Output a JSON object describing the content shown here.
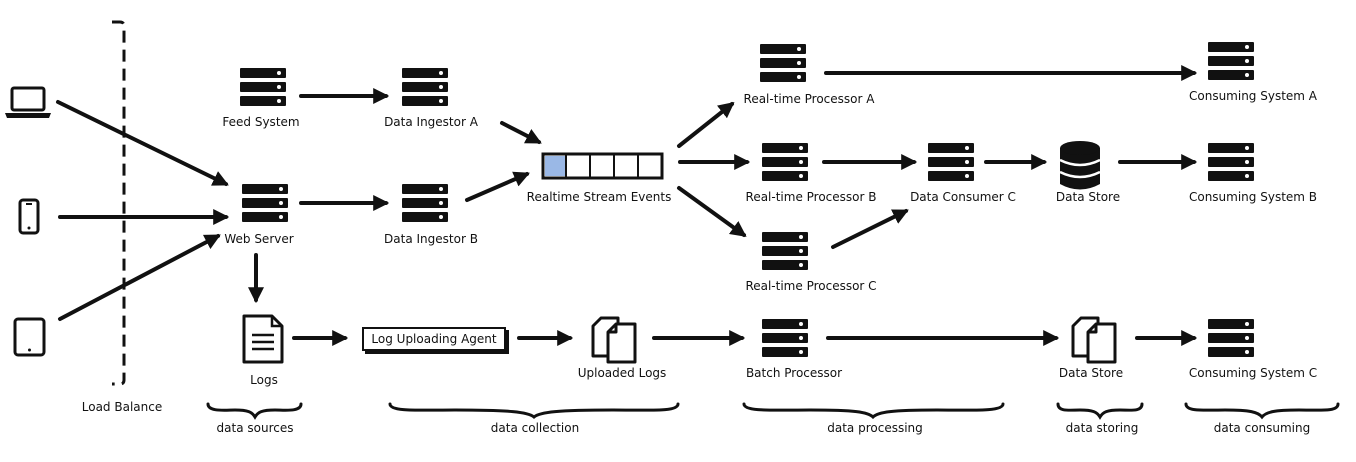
{
  "nodes": {
    "feed_system": "Feed System",
    "data_ingestor_a": "Data Ingestor A",
    "data_ingestor_b": "Data Ingestor B",
    "web_server": "Web Server",
    "stream": "Realtime Stream Events",
    "rt_processor_a": "Real-time Processor A",
    "rt_processor_b": "Real-time Processor B",
    "rt_processor_c": "Real-time Processor C",
    "consuming_system_a": "Consuming System A",
    "consuming_system_b": "Consuming System B",
    "consuming_system_c": "Consuming System C",
    "data_consumer_c": "Data Consumer C",
    "data_store_db": "Data Store",
    "data_store_files": "Data Store",
    "logs": "Logs",
    "log_agent": "Log Uploading Agent",
    "uploaded_logs": "Uploaded Logs",
    "batch_processor": "Batch Processor",
    "load_balance": "Load Balance"
  },
  "stages": {
    "data_sources": "data sources",
    "data_collection": "data collection",
    "data_processing": "data processing",
    "data_storing": "data storing",
    "data_consuming": "data consuming"
  }
}
